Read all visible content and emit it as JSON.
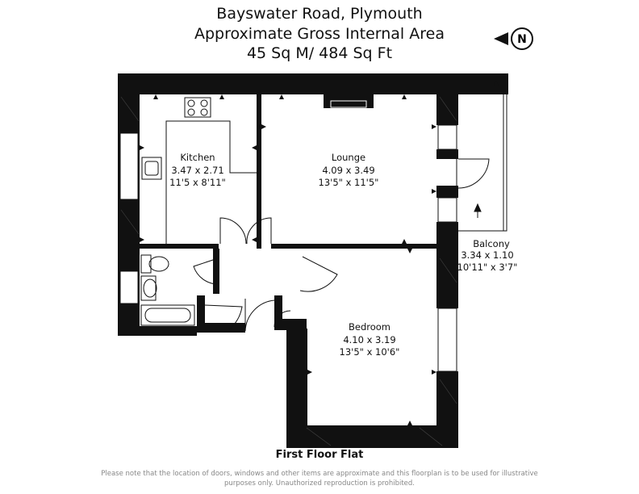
{
  "header": {
    "address": "Bayswater Road, Plymouth",
    "area_title": "Approximate Gross Internal Area",
    "area_value": "45 Sq M/ 484 Sq Ft"
  },
  "compass": {
    "letter": "N",
    "icon": "north-arrow-icon"
  },
  "rooms": {
    "kitchen": {
      "name": "Kitchen",
      "metric": "3.47 x 2.71",
      "imperial": "11'5 x 8'11\""
    },
    "lounge": {
      "name": "Lounge",
      "metric": "4.09 x 3.49",
      "imperial": "13'5\" x 11'5\""
    },
    "balcony": {
      "name": "Balcony",
      "metric": "3.34 x 1.10",
      "imperial": "10'11\" x 3'7\""
    },
    "bedroom": {
      "name": "Bedroom",
      "metric": "4.10 x 3.19",
      "imperial": "13'5\" x 10'6\""
    }
  },
  "floor_label": "First Floor Flat",
  "disclaimer": "Please note that the location of doors, windows and other items are approximate and this floorplan is to be used for illustrative purposes only. Unauthorized reproduction is prohibited."
}
